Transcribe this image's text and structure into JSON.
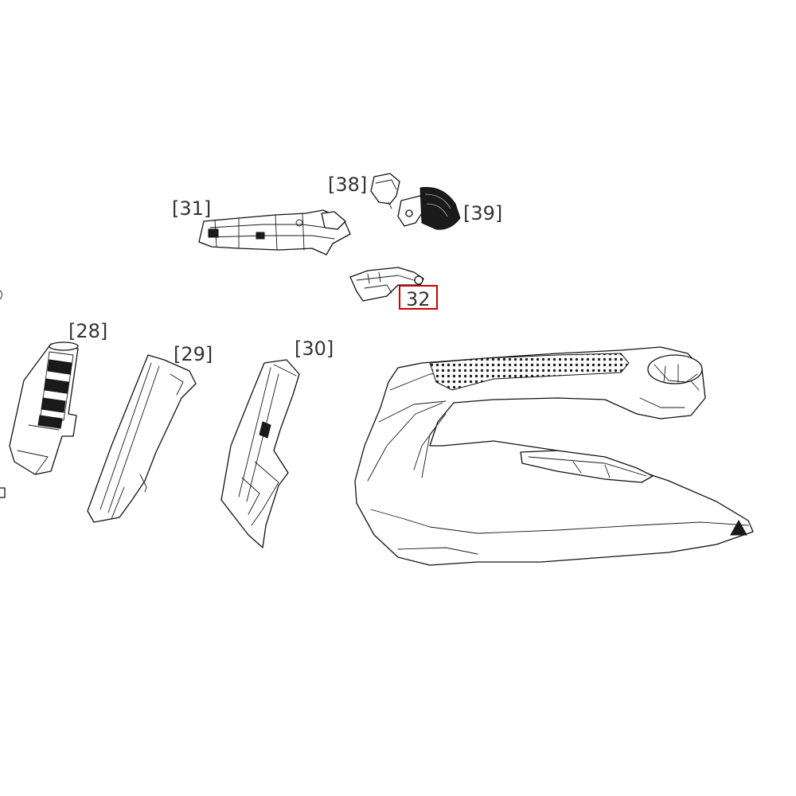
{
  "callouts": {
    "p28": "[28]",
    "p29": "[29]",
    "p30": "[30]",
    "p31": "[31]",
    "p32": "32",
    "p38": "[38]",
    "p39": "[39]"
  },
  "highlight": {
    "part": "32",
    "color": "#cc0000"
  }
}
